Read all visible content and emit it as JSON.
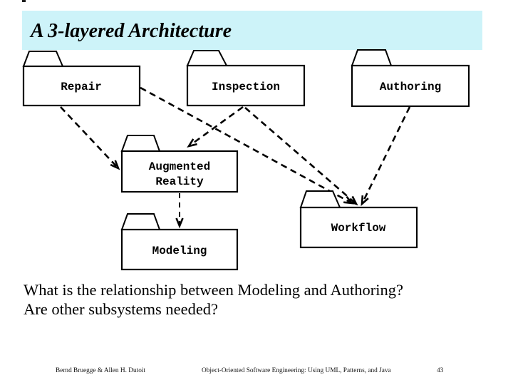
{
  "slide": {
    "title": "A 3-layered Architecture",
    "title_bar_color": "#cdf3f9",
    "question_lines": {
      "line1": "What is the relationship between Modeling and Authoring?",
      "line2": "Are other subsystems needed?"
    },
    "footer": {
      "authors": "Bernd Bruegge & Allen H. Dutoit",
      "book": "Object-Oriented Software Engineering: Using UML, Patterns, and Java",
      "page_number": "43"
    }
  },
  "diagram": {
    "type": "uml-package-diagram",
    "packages": [
      {
        "id": "repair",
        "label": "Repair",
        "lines": [
          "Repair"
        ]
      },
      {
        "id": "inspection",
        "label": "Inspection",
        "lines": [
          "Inspection"
        ]
      },
      {
        "id": "authoring",
        "label": "Authoring",
        "lines": [
          "Authoring"
        ]
      },
      {
        "id": "augmented-reality",
        "label": "Augmented Reality",
        "lines": [
          "Augmented",
          "Reality"
        ]
      },
      {
        "id": "workflow",
        "label": "Workflow",
        "lines": [
          "Workflow"
        ]
      },
      {
        "id": "modeling",
        "label": "Modeling",
        "lines": [
          "Modeling"
        ]
      }
    ],
    "dependencies": [
      {
        "from": "Repair",
        "to": "Augmented Reality",
        "style": "dashed-arrow"
      },
      {
        "from": "Repair",
        "to": "Workflow",
        "style": "dashed-arrow"
      },
      {
        "from": "Inspection",
        "to": "Augmented Reality",
        "style": "dashed-arrow"
      },
      {
        "from": "Inspection",
        "to": "Workflow",
        "style": "dashed-arrow"
      },
      {
        "from": "Authoring",
        "to": "Workflow",
        "style": "dashed-arrow"
      },
      {
        "from": "Augmented Reality",
        "to": "Modeling",
        "style": "dashed-arrow"
      }
    ]
  }
}
